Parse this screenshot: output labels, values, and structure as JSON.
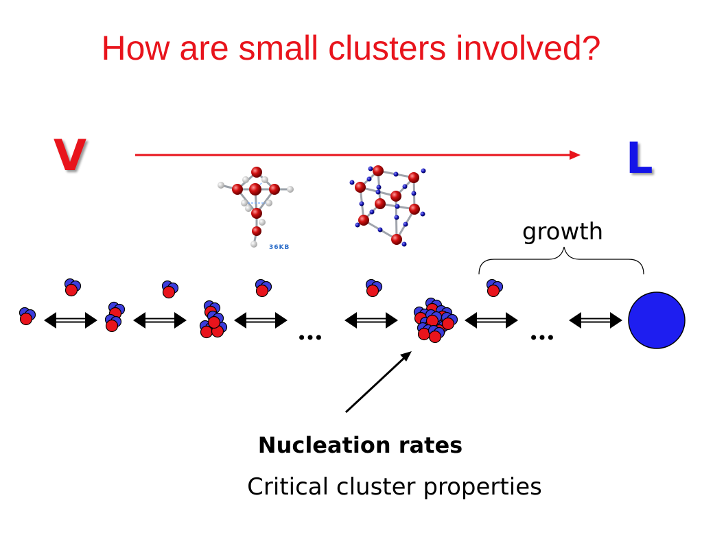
{
  "slide": {
    "title": "How are small clusters involved?",
    "vapor_label": "V",
    "liquid_label": "L",
    "growth_label": "growth",
    "nucleation_label": "Nucleation rates",
    "critical_label": "Critical cluster properties",
    "ellipsis": "…",
    "watermark": "36KB"
  },
  "colors": {
    "title": "#e8141c",
    "vapor": "#e8141c",
    "liquid": "#1414e8",
    "arrow": "#e8141c",
    "molecule_red": "#e8141c",
    "molecule_blue": "#3c3cdc",
    "droplet": "#1e1ef0"
  },
  "icons": [
    "water-hexamer-cage-icon",
    "water-octamer-cube-icon",
    "equilibrium-arrow-icon",
    "water-molecule-icon",
    "liquid-droplet-icon"
  ]
}
